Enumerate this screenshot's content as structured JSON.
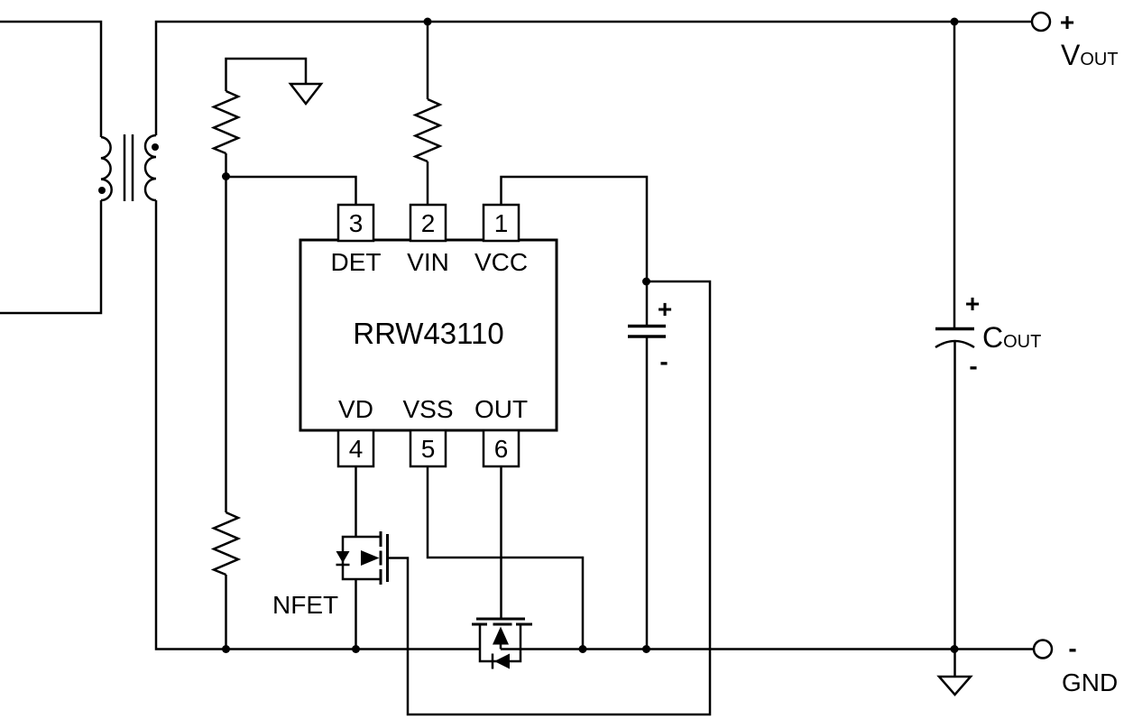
{
  "diagram": {
    "type": "circuit-schematic",
    "background_color": "#ffffff",
    "line_color": "#000000",
    "ic": {
      "part_number": "RRW43110",
      "top_pins": [
        {
          "number": "3",
          "name": "DET"
        },
        {
          "number": "2",
          "name": "VIN"
        },
        {
          "number": "1",
          "name": "VCC"
        }
      ],
      "bottom_pins": [
        {
          "number": "4",
          "name": "VD"
        },
        {
          "number": "5",
          "name": "VSS"
        },
        {
          "number": "6",
          "name": "OUT"
        }
      ]
    },
    "transistor_label": "NFET",
    "output_terminal": {
      "plus": "+",
      "name_main": "V",
      "name_sub": "OUT"
    },
    "ground_terminal": {
      "minus": "-",
      "name": "GND"
    },
    "output_capacitor": {
      "plus": "+",
      "minus": "-",
      "name_main": "C",
      "name_sub": "OUT"
    },
    "vcc_capacitor": {
      "plus": "+",
      "minus": "-"
    }
  }
}
